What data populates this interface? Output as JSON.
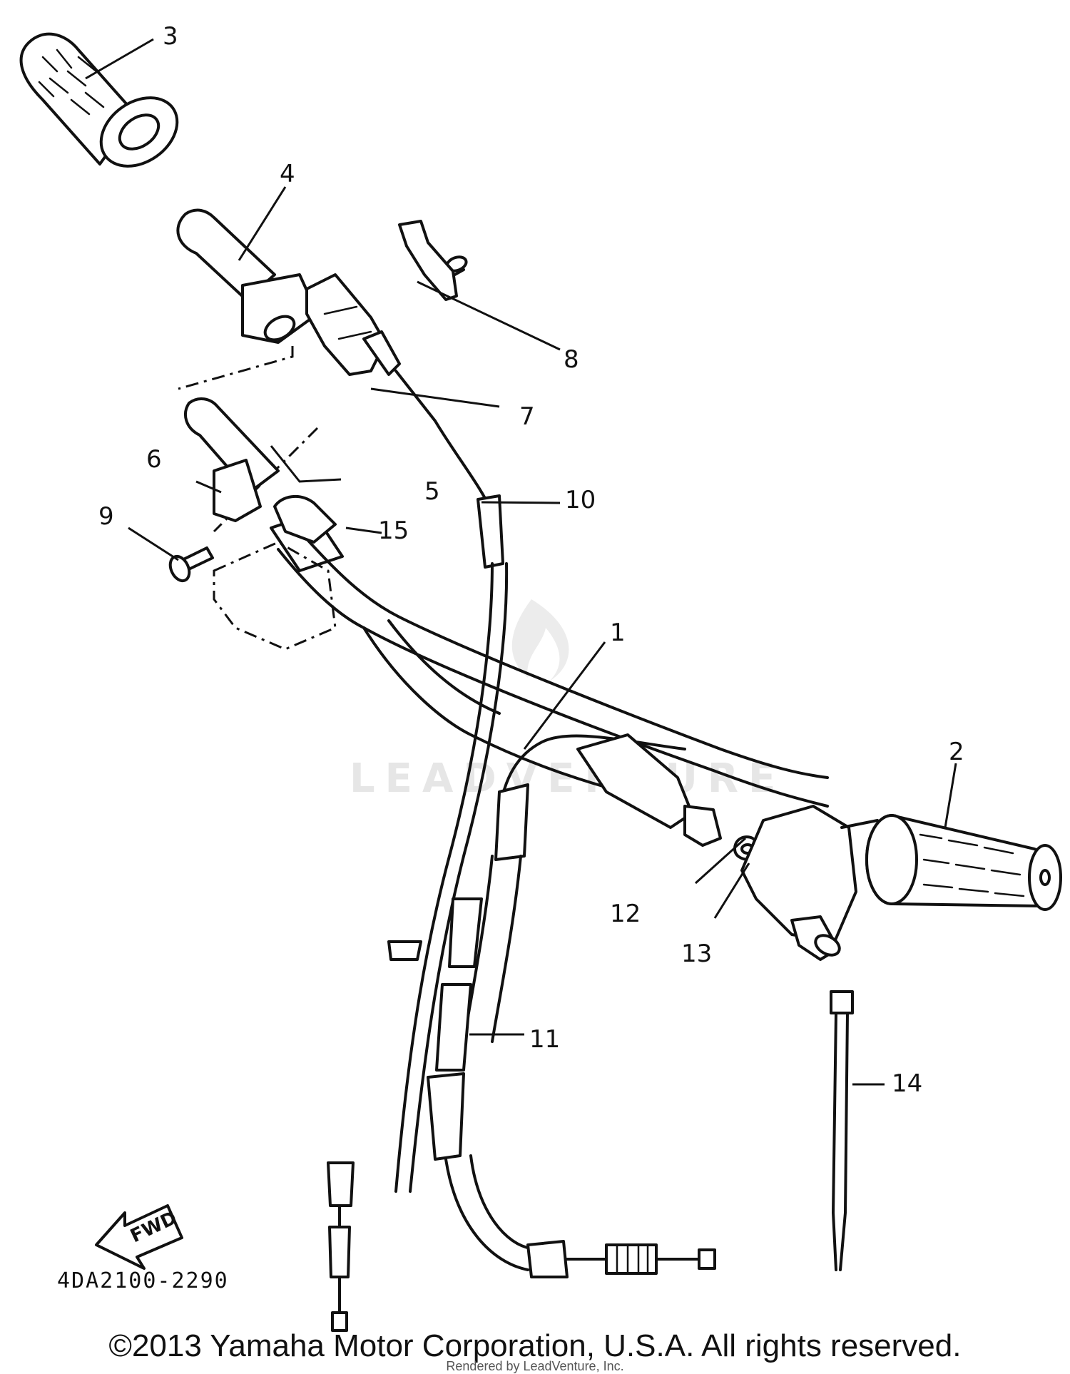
{
  "diagram": {
    "watermark": "LEADVENTURE",
    "callouts": [
      "1",
      "2",
      "3",
      "4",
      "5",
      "6",
      "7",
      "8",
      "9",
      "10",
      "11",
      "12",
      "13",
      "14",
      "15"
    ],
    "part_code": "4DA2100-2290",
    "fwd_label": "FWD"
  },
  "footer": {
    "copyright": "©2013 Yamaha Motor Corporation, U.S.A. All rights reserved.",
    "rendered_by": "Rendered by LeadVenture, Inc."
  }
}
